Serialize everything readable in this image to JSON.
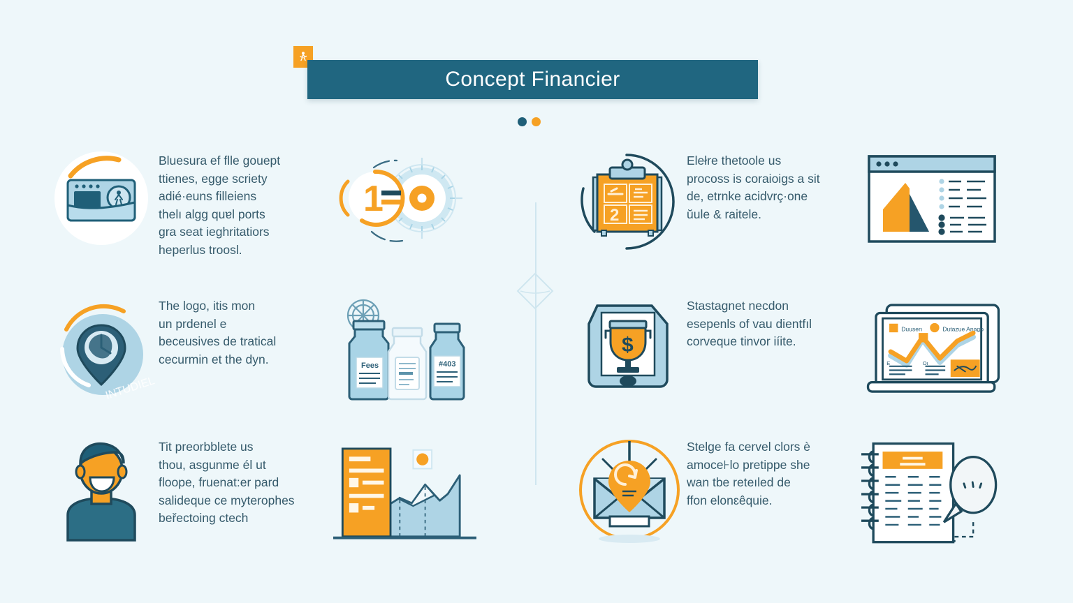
{
  "header": {
    "title": "Concept Financier",
    "badge_icon": "person-running-icon",
    "banner_color": "#206680",
    "badge_color": "#f6a124",
    "dots": [
      {
        "name": "dot-teal",
        "color": "#1f5f78"
      },
      {
        "name": "dot-orange",
        "color": "#f6a124"
      }
    ]
  },
  "theme": {
    "background": "#eef7fa",
    "accent_orange": "#f6a124",
    "accent_teal": "#1f5f78",
    "light_blue": "#aed4e5",
    "text_color": "#355a6b"
  },
  "panels": {
    "left": [
      {
        "text": "Bluesura ef flle gouept\nttienes, egge scriety\nadié·euns filleiens\nthelı algg quɐl ports\ngra seat ieghritatiors\nheperlus troosl.",
        "icon_a": "card-device-circle-icon",
        "icon_b": "one-equals-gear-icon"
      },
      {
        "text": "The logo, itis mon\nun prdenel e\nbeceusives de tratical\ncecurmin et the dyn.",
        "icon_a": "location-gauge-pin-icon",
        "icon_b": "three-bottles-icon"
      },
      {
        "text": "Tit preorbblete us\nthou, asgunme él ut\nfloope, fruenat:er pard\nsalideque ce myterophes\nbeřectoing ctech",
        "icon_a": "person-avatar-icon",
        "icon_b": "checklist-mountain-chart-icon"
      }
    ],
    "right": [
      {
        "text": "Elełre thetoole us\nprocoss is coraioigs a sit\nde, etrnke acidvrç·one\nŭule & raitele.",
        "icon_a": "clipboard-two-grid-icon",
        "icon_b": "browser-chart-window-icon"
      },
      {
        "text": "Stastagnet necdon\nesepenls of vau dientfıl\ncorveque tinvor iíite.",
        "icon_a": "tablet-dollar-trophy-icon",
        "icon_b": "laptop-line-chart-icon"
      },
      {
        "text": "Stelɡe fa cervel clors è\namoce⊦lo pretippe she\nwan tbe reteıled de\nffon elonɛêquie.",
        "icon_a": "envelope-pin-circle-icon",
        "icon_b": "bound-document-speech-icon"
      }
    ]
  },
  "divider": {
    "name": "center-vertical-divider",
    "shape": "diamond"
  }
}
